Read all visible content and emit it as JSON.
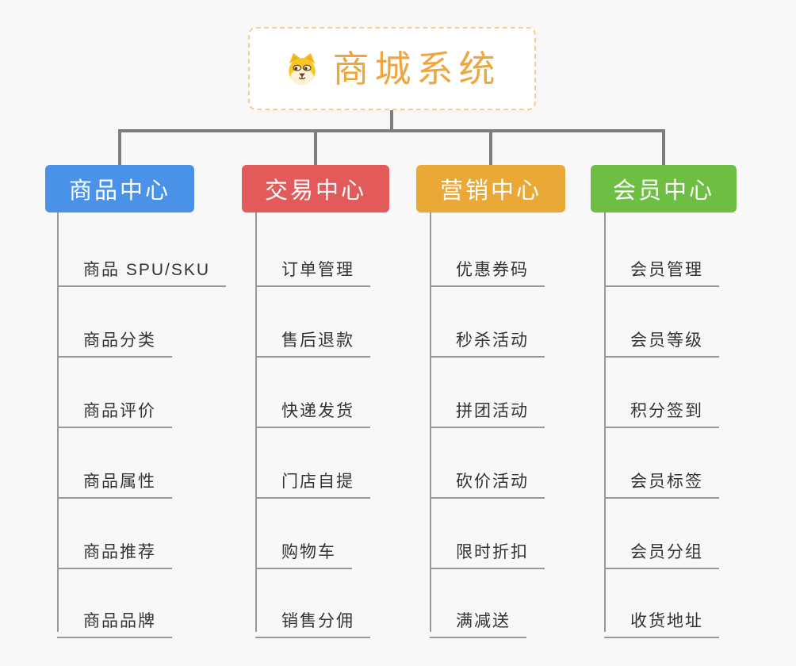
{
  "page": {
    "background": "#f8f8f8"
  },
  "root": {
    "title": "商城系统",
    "title_color": "#f0a63e",
    "border_color": "#f2cf96",
    "icon": "shiba-dog-icon"
  },
  "colors": {
    "connector": "#7e7e7e",
    "leaf_line": "#999999",
    "leaf_text": "#333333"
  },
  "branches": [
    {
      "label": "商品中心",
      "color": "#4a91e8",
      "items": [
        "商品 SPU/SKU",
        "商品分类",
        "商品评价",
        "商品属性",
        "商品推荐",
        "商品品牌"
      ]
    },
    {
      "label": "交易中心",
      "color": "#e25a5a",
      "items": [
        "订单管理",
        "售后退款",
        "快递发货",
        "门店自提",
        "购物车",
        "销售分佣"
      ]
    },
    {
      "label": "营销中心",
      "color": "#eaa937",
      "items": [
        "优惠券码",
        "秒杀活动",
        "拼团活动",
        "砍价活动",
        "限时折扣",
        "满减送"
      ]
    },
    {
      "label": "会员中心",
      "color": "#6ebe43",
      "items": [
        "会员管理",
        "会员等级",
        "积分签到",
        "会员标签",
        "会员分组",
        "收货地址"
      ]
    }
  ]
}
